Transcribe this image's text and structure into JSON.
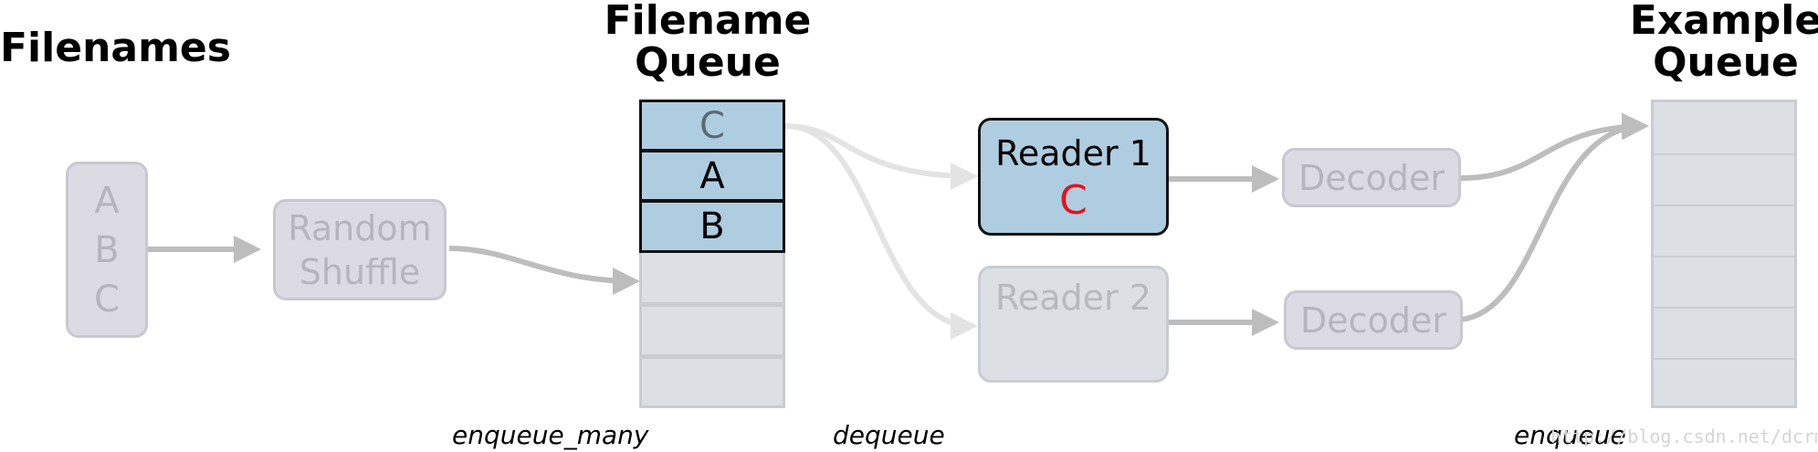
{
  "headings": {
    "filenames": "Filenames",
    "filename_queue": [
      "Filename",
      "Queue"
    ],
    "example_queue": [
      "Example",
      "Queue"
    ]
  },
  "filenames_list": [
    "A",
    "B",
    "C"
  ],
  "shuffle": [
    "Random",
    "Shuffle"
  ],
  "filename_queue": {
    "filled": [
      "C",
      "A",
      "B"
    ],
    "empty_slots": 3
  },
  "readers": [
    {
      "label": "Reader 1",
      "current": "C"
    },
    {
      "label": "Reader 2",
      "current": ""
    }
  ],
  "decoders": [
    "Decoder",
    "Decoder"
  ],
  "example_queue": {
    "slots": 6
  },
  "captions": {
    "enqueue_many": "enqueue_many",
    "dequeue": "dequeue",
    "enqueue": "enqueue"
  },
  "watermark": "http://blog.csdn.net/dcrmg",
  "colors": {
    "active_fill": "#afcde1",
    "inactive_fill": "#dcdae3",
    "queue_empty": "#dcdfe3",
    "arrow": "#bdbdbd",
    "highlight_text": "#e0141e"
  }
}
